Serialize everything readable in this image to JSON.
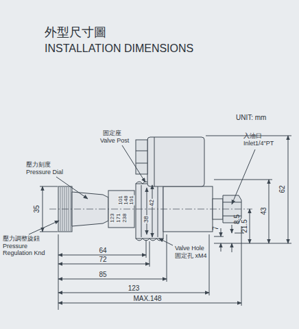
{
  "diagram": {
    "title": "外型尺寸圖",
    "labels": [
      "INSTALLATION DIMENSIONS",
      "UNIT: mm",
      "固定座",
      "Valve Post",
      "入油口",
      "Inlet1/4\"PT",
      "壓力刻度",
      "Pressure Dial",
      "壓力調整旋鈕",
      "Pressure Regulation Knd",
      "Valve Hole",
      "固定孔 xM4",
      "35",
      "123",
      "171",
      "238",
      "101",
      "148",
      "191",
      "38",
      "42",
      "64",
      "72",
      "85",
      "123",
      "MAX.148",
      "62",
      "43",
      "21.5",
      "8.5",
      "7"
    ]
  }
}
